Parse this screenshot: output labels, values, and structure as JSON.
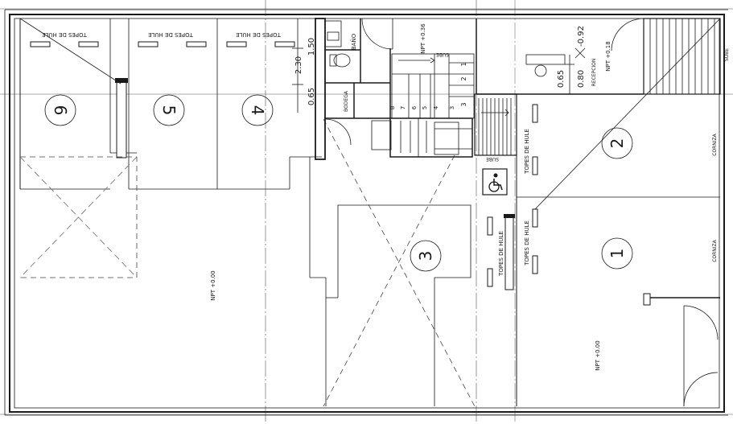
{
  "plan": {
    "spaces": [
      "6",
      "5",
      "4",
      "3",
      "2",
      "1"
    ],
    "topes_labels": {
      "space6": "TOPES DE HULE",
      "space5": "TOPES DE HULE",
      "space4": "TOPES DE HULE",
      "space3": "TOPES DE HULE",
      "space2": "TOPES DE HULE",
      "space1": "TOPES DE HULE"
    },
    "rooms": {
      "bath": "BAÑO",
      "storage": "BODEGA",
      "reception": "RECEPCION"
    },
    "levels": {
      "main_left": "NPT +0.00",
      "main_right": "NPT +0.00",
      "stair_top": "NPT +0.36",
      "reception": "NPT +0.18"
    },
    "dimensions": {
      "h230": "2.30",
      "h150": "1.50",
      "h065_left": "0.65",
      "d080": "0.80",
      "d092": "-0.92",
      "d065_right": "0.65"
    },
    "stairs": {
      "direction": "SUBE",
      "upper_steps": [
        "1",
        "2",
        "3"
      ],
      "lower_steps": [
        "8",
        "7",
        "6",
        "5",
        "4",
        "3"
      ]
    },
    "sides": {
      "cornice_top": "CORNIZA",
      "cornice_bottom": "CORNIZA"
    },
    "accessibility_icon": "wheelchair-icon"
  }
}
